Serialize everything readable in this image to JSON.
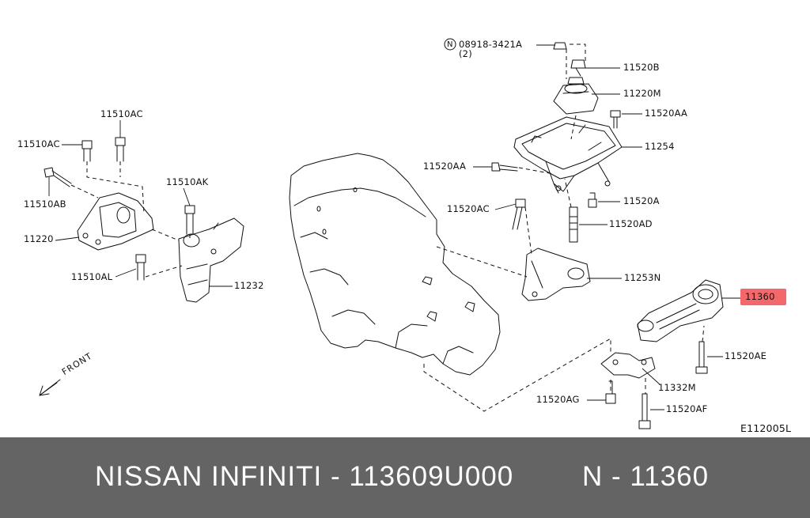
{
  "diagram": {
    "labels": {
      "l_08918": "08918-3421A",
      "l_08918_qty": "(2)",
      "l_11520B": "11520B",
      "l_11220M": "11220M",
      "l_11520AA_r": "11520AA",
      "l_11254": "11254",
      "l_11520AA_l": "11520AA",
      "l_11520A": "11520A",
      "l_11520AC_m": "11520AC",
      "l_11520AD": "11520AD",
      "l_11253N": "11253N",
      "l_11360": "11360",
      "l_11520AE": "11520AE",
      "l_11332M": "11332M",
      "l_11520AG": "11520AG",
      "l_11520AF": "11520AF",
      "l_11510AC_t": "11510AC",
      "l_11510AC_l": "11510AC",
      "l_11510AB": "11510AB",
      "l_11510AK": "11510AK",
      "l_11220": "11220",
      "l_11510AL": "11510AL",
      "l_11232": "11232",
      "front": "FRONT",
      "code": "E112005L",
      "n_mark": "N"
    }
  },
  "footer": {
    "brand": "NISSAN  INFINITI - 113609U000",
    "ref": "N - 11360"
  },
  "colors": {
    "highlight": "#f2686b",
    "footer_bg": "#646464",
    "line": "#111111"
  }
}
